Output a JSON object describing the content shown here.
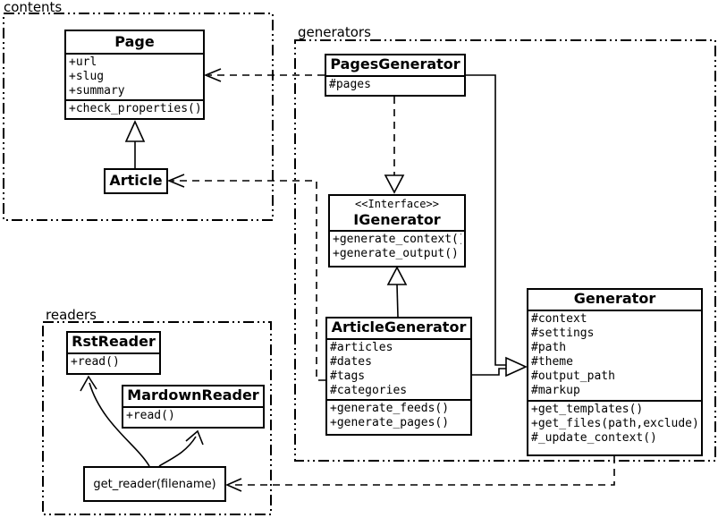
{
  "packages": {
    "contents": {
      "label": "contents"
    },
    "generators": {
      "label": "generators"
    },
    "readers": {
      "label": "readers"
    }
  },
  "classes": {
    "page": {
      "name": "Page",
      "attributes": [
        "+url",
        "+slug",
        "+summary"
      ],
      "methods": [
        "+check_properties()"
      ]
    },
    "article": {
      "name": "Article"
    },
    "pages_generator": {
      "name": "PagesGenerator",
      "attributes": [
        "#pages"
      ]
    },
    "igenerator": {
      "stereotype": "<<Interface>>",
      "name": "IGenerator",
      "methods": [
        "+generate_context()",
        "+generate_output()"
      ]
    },
    "article_generator": {
      "name": "ArticleGenerator",
      "attributes": [
        "#articles",
        "#dates",
        "#tags",
        "#categories"
      ],
      "methods": [
        "+generate_feeds()",
        "+generate_pages()"
      ]
    },
    "generator": {
      "name": "Generator",
      "attributes": [
        "#context",
        "#settings",
        "#path",
        "#theme",
        "#output_path",
        "#markup"
      ],
      "methods": [
        "+get_templates()",
        "+get_files(path,exclude)",
        "#_update_context()"
      ]
    },
    "rst_reader": {
      "name": "RstReader",
      "methods": [
        "+read()"
      ]
    },
    "mardown_reader": {
      "name": "MardownReader",
      "methods": [
        "+read()"
      ]
    },
    "get_reader": {
      "label": "get_reader(filename)"
    }
  },
  "relationships": [
    {
      "from": "Article",
      "to": "Page",
      "type": "generalization-solid-hollow-triangle"
    },
    {
      "from": "PagesGenerator",
      "to": "Page",
      "type": "dependency-dashed-open-arrow"
    },
    {
      "from": "ArticleGenerator",
      "to": "Article",
      "type": "dependency-dashed-open-arrow"
    },
    {
      "from": "PagesGenerator",
      "to": "IGenerator",
      "type": "realization-dashed-hollow-triangle"
    },
    {
      "from": "ArticleGenerator",
      "to": "IGenerator",
      "type": "generalization-solid-hollow-triangle"
    },
    {
      "from": "PagesGenerator",
      "to": "Generator",
      "type": "generalization-solid-hollow-triangle"
    },
    {
      "from": "ArticleGenerator",
      "to": "Generator",
      "type": "generalization-solid-hollow-triangle"
    },
    {
      "from": "Generator",
      "to": "get_reader(filename)",
      "type": "dependency-dashed-open-arrow"
    },
    {
      "from": "get_reader(filename)",
      "to": "RstReader",
      "type": "curved-solid-open-arrow"
    },
    {
      "from": "get_reader(filename)",
      "to": "MardownReader",
      "type": "curved-solid-open-arrow"
    }
  ],
  "colors": {
    "line": "#000000",
    "background": "#ffffff"
  }
}
